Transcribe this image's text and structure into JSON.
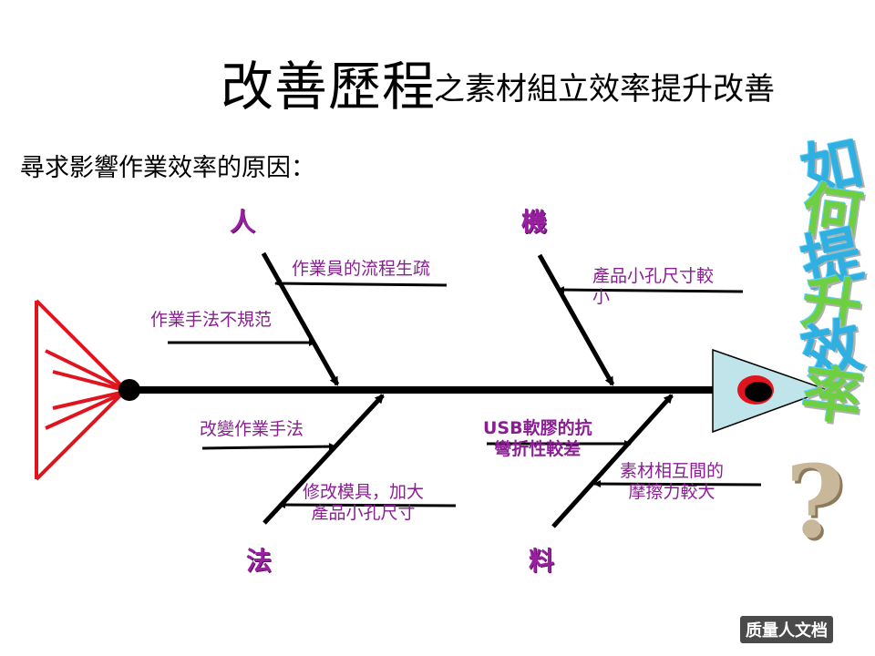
{
  "title": {
    "main": "改善歷程",
    "suffix": "之素材組立效率提升改善"
  },
  "subtitle": "尋求影響作業效率的原因：",
  "categories": {
    "people": "人",
    "machine": "機",
    "method": "法",
    "material": "料"
  },
  "causes": {
    "people_1": "作業員的流程生疏",
    "people_2": "作業手法不規范",
    "machine_1": [
      "產品小孔尺寸較",
      "小"
    ],
    "method_1": "改變作業手法",
    "method_2": [
      "修改模具，加大",
      "產品小孔尺寸"
    ],
    "material_1": [
      "USB軟膠的抗",
      "彎折性較差"
    ],
    "material_2": [
      "素材相互間的",
      "摩擦力較大"
    ]
  },
  "goal": [
    "如",
    "何",
    "提",
    "升",
    "效",
    "率"
  ],
  "question_mark": "?",
  "logo": {
    "text": "质量人文档"
  },
  "colors": {
    "tail": "#e0141e",
    "spine": "#000000",
    "head_fill": "#bfe4ea",
    "eye": "#e0141e",
    "label": "#8a1d94"
  }
}
